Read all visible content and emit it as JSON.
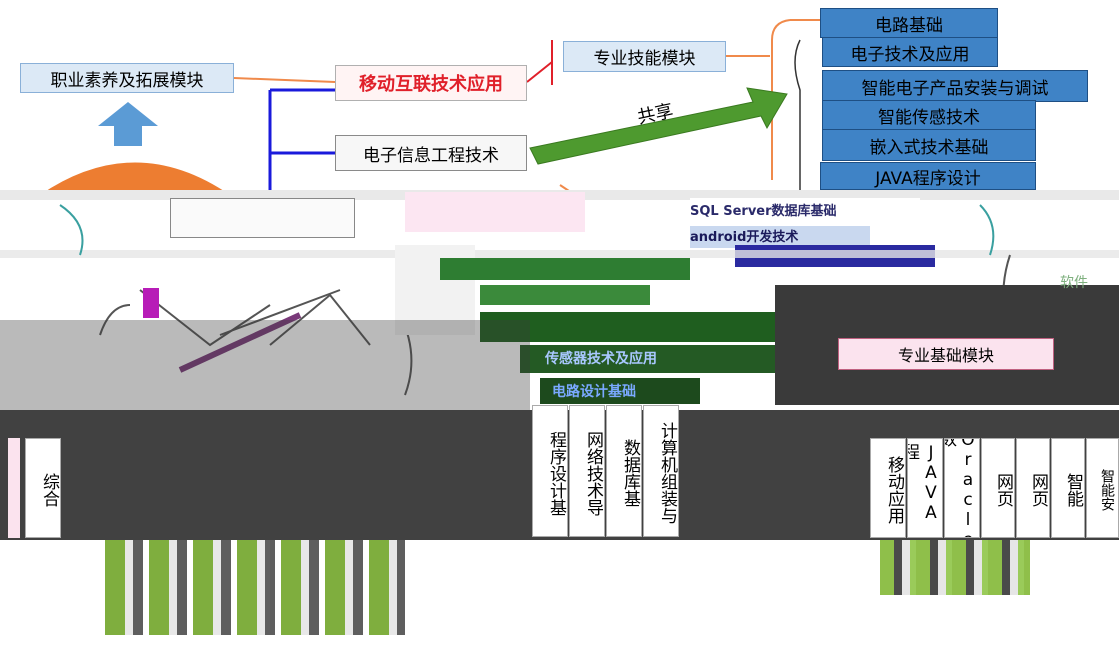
{
  "top": {
    "career_module": "职业素养及拓展模块",
    "mobile_internet": "移动互联技术应用",
    "electronic_info": "电子信息工程技术",
    "professional_skill": "专业技能模块",
    "shared_label": "共享",
    "skill_courses": [
      "电路基础",
      "电子技术及应用",
      "智能电子产品安装与调试",
      "智能传感技术",
      "嵌入式技术基础",
      "JAVA程序设计"
    ]
  },
  "middle": {
    "sql_label": "SQL Server数据库基础",
    "android_label": "android开发技术",
    "software_label": "软件",
    "block_label": "专业基础模块",
    "circuit_label": "电路设计基础",
    "sensor_label": "传感器技术及应用"
  },
  "bottom": {
    "left_col_1": "综合",
    "center_cols": [
      "程序设计基",
      "网络技术导",
      "数据库基",
      "计算机组装与"
    ],
    "right_cols": [
      "移动应用",
      "JAVA程",
      "Oracle数",
      "网页",
      "网页",
      "智能",
      "智能安"
    ]
  },
  "colors": {
    "box_blue": "#3f83c6",
    "arrow_green": "#4e9a2f",
    "line_orange": "#f08a4b",
    "line_blue": "#1a1adb",
    "accent_red": "#e0202a",
    "dark_band": "#414141"
  }
}
